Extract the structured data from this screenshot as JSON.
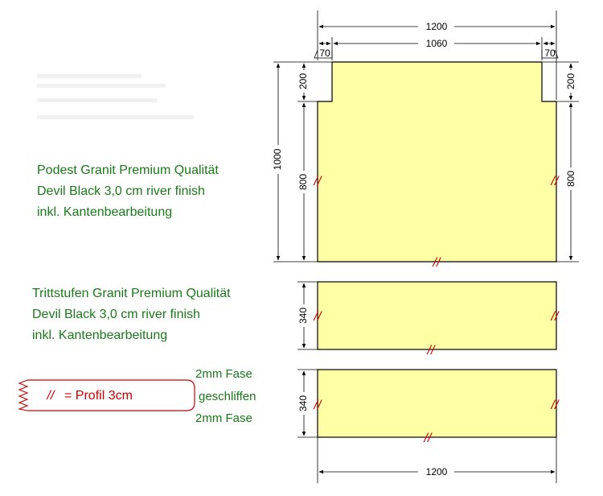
{
  "dimensions": {
    "overall_width_top": "1200",
    "inner_width": "1060",
    "notch_left": "70",
    "notch_right": "70",
    "notch_height_left": "200",
    "notch_height_right": "200",
    "podest_total_height": "1000",
    "podest_left_height": "800",
    "podest_right_height": "800",
    "step1_height": "340",
    "step2_height": "340",
    "overall_width_bottom": "1200"
  },
  "podest_label": {
    "line1": "Podest Granit Premium Qualität",
    "line2": "Devil Black 3,0 cm river finish",
    "line3": "inkl. Kantenbearbeitung"
  },
  "steps_label": {
    "line1": "Trittstufen Granit Premium Qualität",
    "line2": "Devil Black 3,0 cm river finish",
    "line3": "inkl. Kantenbearbeitung"
  },
  "legend": {
    "marker": "//",
    "profile_text": "= Profil 3cm",
    "fase_top": "2mm Fase",
    "ground": "geschliffen",
    "fase_bottom": "2mm Fase"
  },
  "edge_marker": "//",
  "colors": {
    "slab_fill": "#ffffa6",
    "label_green": "#1a7a1a",
    "marker_red": "#cc0000"
  }
}
